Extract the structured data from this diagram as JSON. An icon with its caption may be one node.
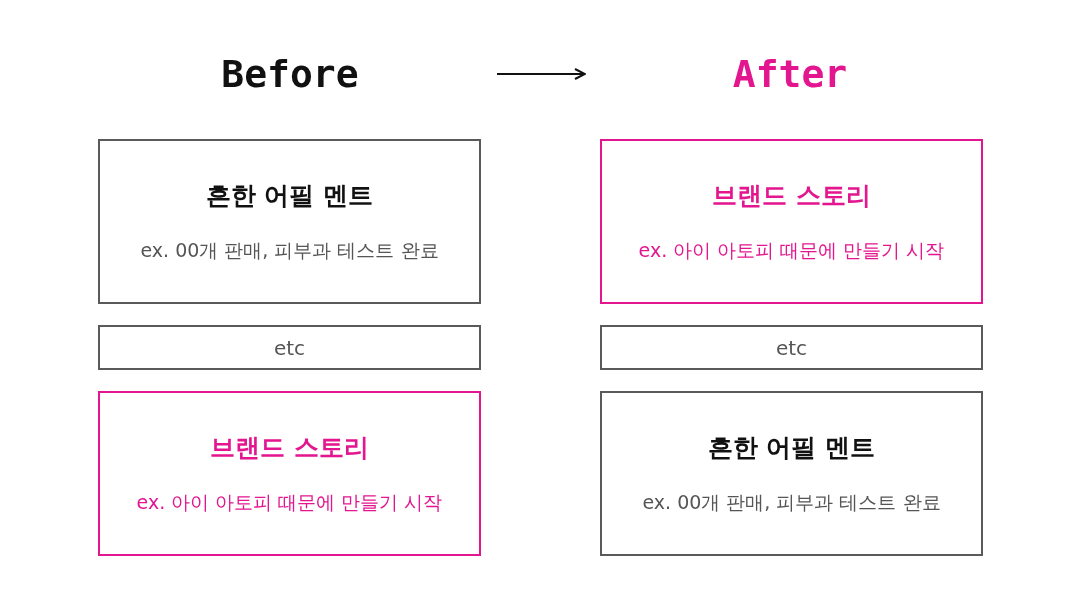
{
  "diagram": {
    "nodes": [
      {
        "text": [
          "흔한 어필 멘트",
          "ex. 00개 판매, 피부과 테스트 완료"
        ]
      },
      {
        "text": [
          "etc"
        ]
      },
      {
        "text": [
          "브랜드 스토리",
          "ex. 아이 아토피 때문에 만들기 시작"
        ]
      },
      {
        "text": [
          "브랜드 스토리",
          "ex. 아이 아토피 때문에 만들기 시작"
        ]
      },
      {
        "text": [
          "etc"
        ]
      },
      {
        "text": [
          "흔한 어필 멘트",
          "ex. 00개 판매, 피부과 테스트 완료"
        ]
      }
    ],
    "labels": [
      "Before",
      "After"
    ]
  }
}
